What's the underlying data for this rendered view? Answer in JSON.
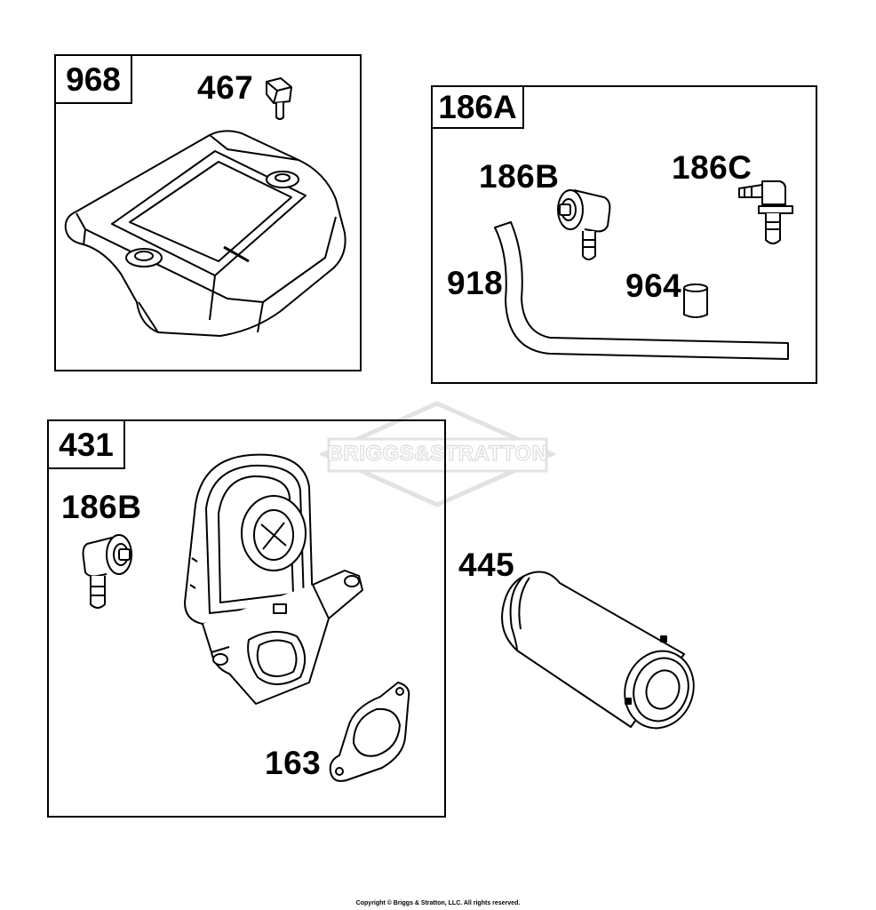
{
  "panels": {
    "p968": {
      "tag": "968"
    },
    "p186a": {
      "tag": "186A"
    },
    "p431": {
      "tag": "431"
    }
  },
  "labels": {
    "l467": "467",
    "l186b_top": "186B",
    "l186c": "186C",
    "l918": "918",
    "l964": "964",
    "l186b_bottom": "186B",
    "l445": "445",
    "l163": "163"
  },
  "watermark": "BRIGGS&STRATTON",
  "copyright": "Copyright © Briggs & Stratton, LLC. All rights reserved."
}
